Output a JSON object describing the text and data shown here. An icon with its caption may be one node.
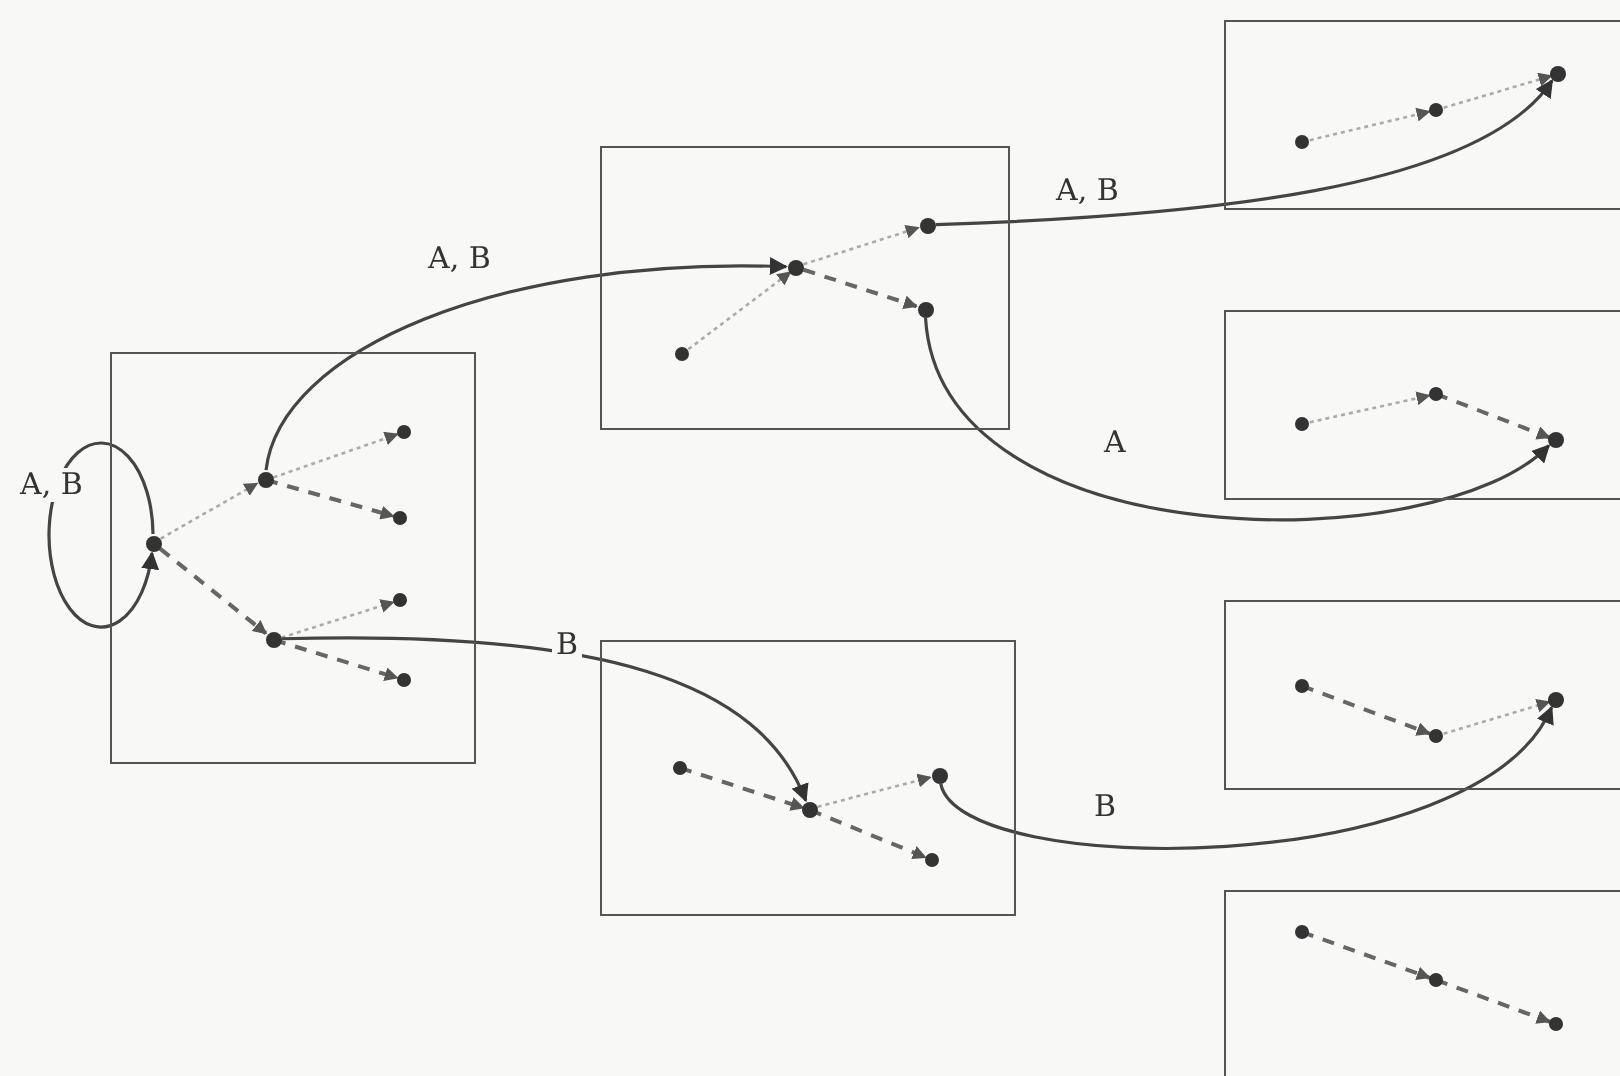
{
  "diagram": {
    "nodes": [
      {
        "text": [],
        "shape": "box"
      },
      {
        "text": [],
        "shape": "circle",
        "in": 0
      },
      {
        "text": [],
        "shape": "circle",
        "in": 0
      },
      {
        "text": [],
        "shape": "circle",
        "in": 0
      },
      {
        "text": [],
        "shape": "box"
      },
      {
        "text": [],
        "shape": "circle",
        "in": 4
      },
      {
        "text": [],
        "shape": "circle",
        "in": 4
      },
      {
        "text": [],
        "shape": "circle",
        "in": 4
      },
      {
        "text": [],
        "shape": "box"
      },
      {
        "text": [],
        "shape": "circle",
        "in": 8
      },
      {
        "text": [],
        "shape": "circle",
        "in": 8
      },
      {
        "text": [],
        "shape": "box"
      },
      {
        "text": [],
        "shape": "circle",
        "in": 11
      },
      {
        "text": [],
        "shape": "box"
      },
      {
        "text": [],
        "shape": "circle",
        "in": 13
      },
      {
        "text": [],
        "shape": "box"
      },
      {
        "text": [],
        "shape": "circle",
        "in": 15
      },
      {
        "text": [],
        "shape": "box"
      }
    ],
    "edges": [
      {
        "from": 1,
        "to": 1,
        "arrow": "to",
        "label": "A, B"
      },
      {
        "from": 2,
        "to": 5,
        "arrow": "to",
        "label": "A, B"
      },
      {
        "from": 6,
        "to": 12,
        "arrow": "to",
        "label": "A, B"
      },
      {
        "from": 7,
        "to": 14,
        "arrow": "to",
        "label": "A"
      },
      {
        "from": 3,
        "to": 9,
        "arrow": "to",
        "label": "B"
      },
      {
        "from": 10,
        "to": 16,
        "arrow": "to",
        "label": "B"
      },
      {
        "from": 1,
        "to": 2,
        "arrow": "to",
        "style": "dashed",
        "color": "#aaaaaa"
      },
      {
        "from": 1,
        "to": 3,
        "arrow": "to",
        "style": "dashed"
      },
      {
        "from": 5,
        "to": 6,
        "arrow": "to",
        "style": "dashed",
        "color": "#aaaaaa"
      },
      {
        "from": 5,
        "to": 7,
        "arrow": "to",
        "style": "dashed"
      },
      {
        "from": 9,
        "to": 10,
        "arrow": "to",
        "style": "dashed",
        "color": "#aaaaaa"
      }
    ]
  }
}
